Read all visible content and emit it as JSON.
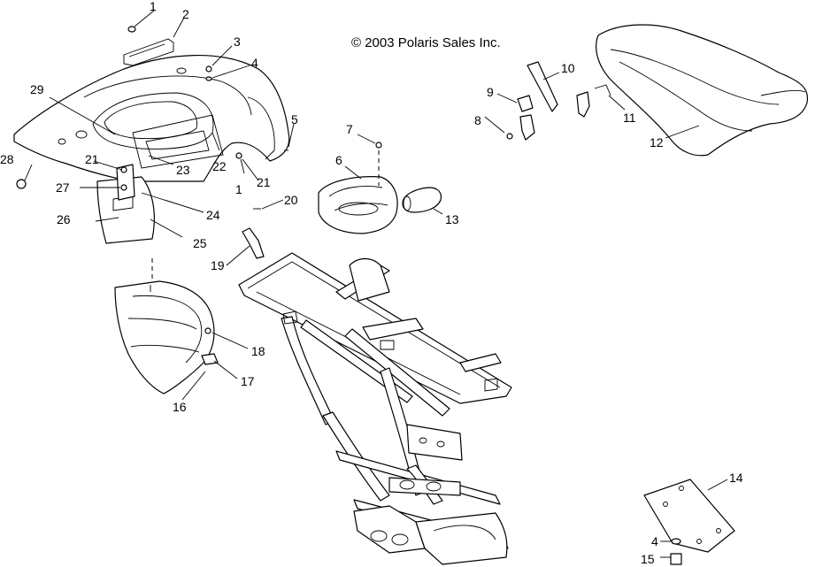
{
  "copyright": "© 2003 Polaris Sales Inc.",
  "callouts": {
    "c1a": "1",
    "c2": "2",
    "c3": "3",
    "c4a": "4",
    "c5": "5",
    "c6": "6",
    "c7": "7",
    "c8": "8",
    "c9": "9",
    "c10": "10",
    "c11": "11",
    "c12": "12",
    "c13": "13",
    "c14": "14",
    "c4b": "4",
    "c15": "15",
    "c16": "16",
    "c17": "17",
    "c18": "18",
    "c19": "19",
    "c20": "20",
    "c1b": "1",
    "c21a": "21",
    "c21b": "21",
    "c22": "22",
    "c23": "23",
    "c24": "24",
    "c25": "25",
    "c26": "26",
    "c27": "27",
    "c28": "28",
    "c29": "29"
  }
}
